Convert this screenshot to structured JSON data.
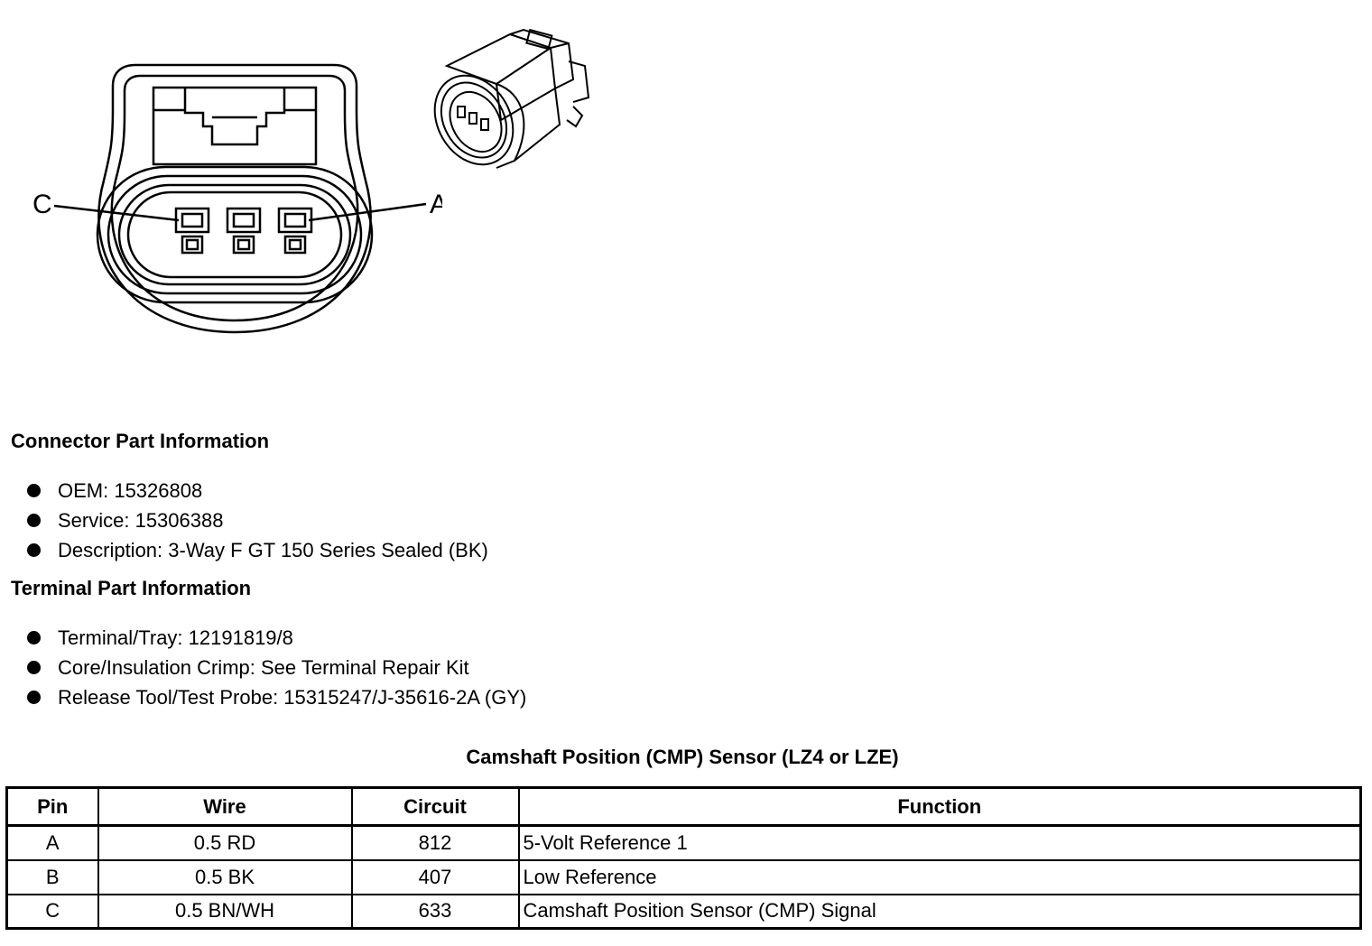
{
  "diagram": {
    "pin_label_left": "C",
    "pin_label_right": "A"
  },
  "connector_info": {
    "heading": "Connector Part Information",
    "items": [
      "OEM: 15326808",
      "Service: 15306388",
      "Description: 3-Way F GT 150 Series Sealed (BK)"
    ]
  },
  "terminal_info": {
    "heading": "Terminal Part Information",
    "items": [
      "Terminal/Tray: 12191819/8",
      "Core/Insulation Crimp: See Terminal Repair Kit",
      "Release Tool/Test Probe: 15315247/J-35616-2A (GY)"
    ]
  },
  "table": {
    "title": "Camshaft Position (CMP) Sensor (LZ4 or LZE)",
    "headers": [
      "Pin",
      "Wire",
      "Circuit",
      "Function"
    ],
    "rows": [
      [
        "A",
        "0.5 RD",
        "812",
        "5-Volt Reference 1"
      ],
      [
        "B",
        "0.5 BK",
        "407",
        "Low Reference"
      ],
      [
        "C",
        "0.5 BN/WH",
        "633",
        "Camshaft Position Sensor (CMP) Signal"
      ]
    ]
  }
}
